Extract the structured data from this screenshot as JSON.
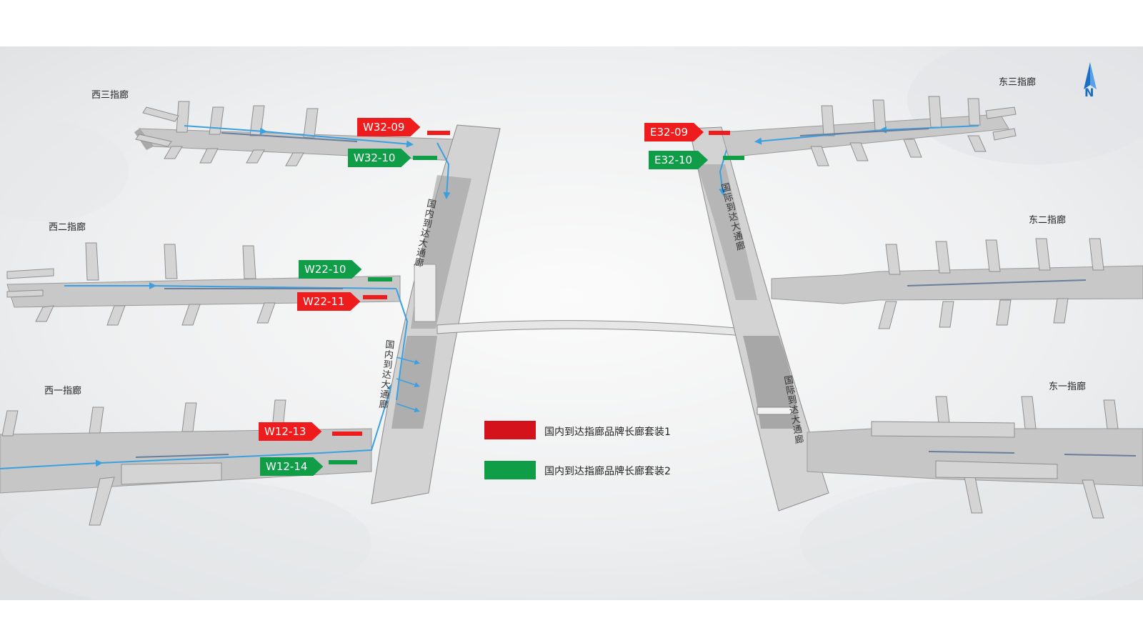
{
  "compass": {
    "label": "N",
    "icon": "north-arrow-icon",
    "color": "#1a6fc4"
  },
  "piers": {
    "west3": "西三指廊",
    "west2": "西二指廊",
    "west1": "西一指廊",
    "east3": "东三指廊",
    "east2": "东二指廊",
    "east1": "东一指廊"
  },
  "corridors": {
    "west_upper": "国内到达大通廊",
    "west_lower": "国内到达大通廊",
    "east_upper": "国际到达大通廊",
    "east_lower": "国际到达大通廊"
  },
  "tags": [
    {
      "id": "W32-09",
      "label": "W32-09",
      "kind": "red"
    },
    {
      "id": "W32-10",
      "label": "W32-10",
      "kind": "green"
    },
    {
      "id": "W22-10",
      "label": "W22-10",
      "kind": "green"
    },
    {
      "id": "W22-11",
      "label": "W22-11",
      "kind": "red"
    },
    {
      "id": "W12-13",
      "label": "W12-13",
      "kind": "red"
    },
    {
      "id": "W12-14",
      "label": "W12-14",
      "kind": "green"
    },
    {
      "id": "E32-09",
      "label": "E32-09",
      "kind": "red"
    },
    {
      "id": "E32-10",
      "label": "E32-10",
      "kind": "green"
    }
  ],
  "legend": [
    {
      "label": "国内到达指廊品牌长廊套装1",
      "color": "#d4121c"
    },
    {
      "label": "国内到达指廊品牌长廊套装2",
      "color": "#0f9d48"
    }
  ],
  "colors": {
    "red": "#ee1c1c",
    "green": "#0f9d48",
    "route": "#3aa0e0",
    "building": "#c9c9c9"
  }
}
